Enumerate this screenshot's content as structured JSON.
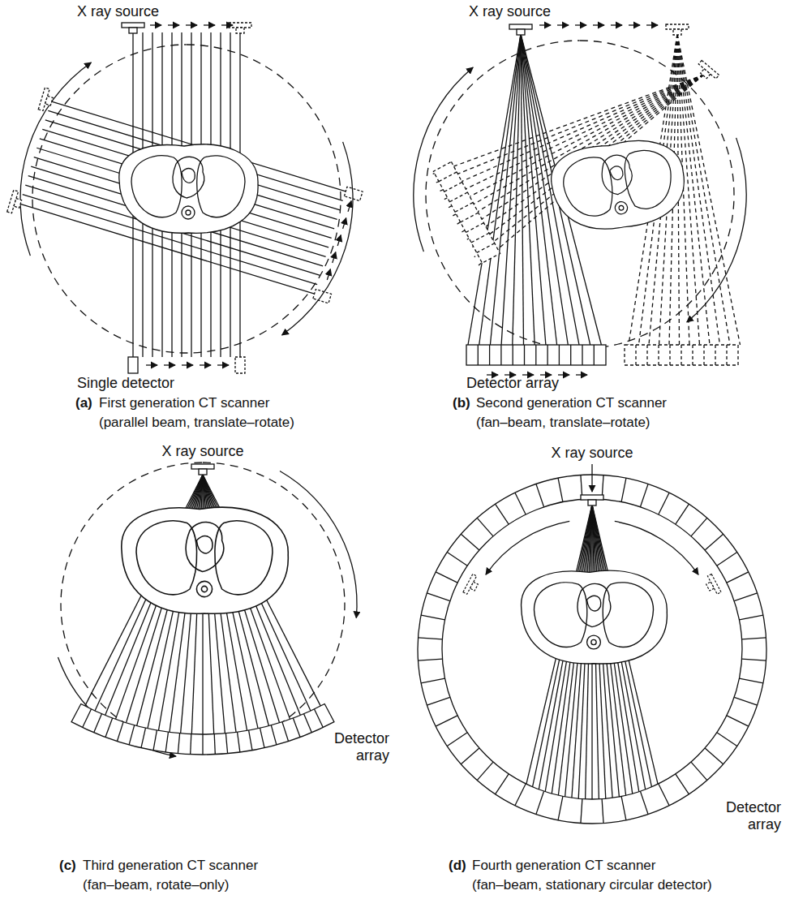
{
  "diagram": {
    "labels": [
      "X ray source",
      "Single detector",
      "(a)",
      "First generation CT scanner",
      "(parallel beam, translate–rotate)",
      "X ray source",
      "Detector array",
      "(b)",
      "Second generation CT scanner",
      "(fan–beam, translate–rotate)",
      "X ray source",
      "Detector array",
      "(c)",
      "Third generation CT scanner",
      "(fan–beam, rotate–only)",
      "X ray source",
      "Detector array",
      "(d)",
      "Fourth generation CT scanner",
      "(fan–beam, stationary circular detector)"
    ]
  }
}
